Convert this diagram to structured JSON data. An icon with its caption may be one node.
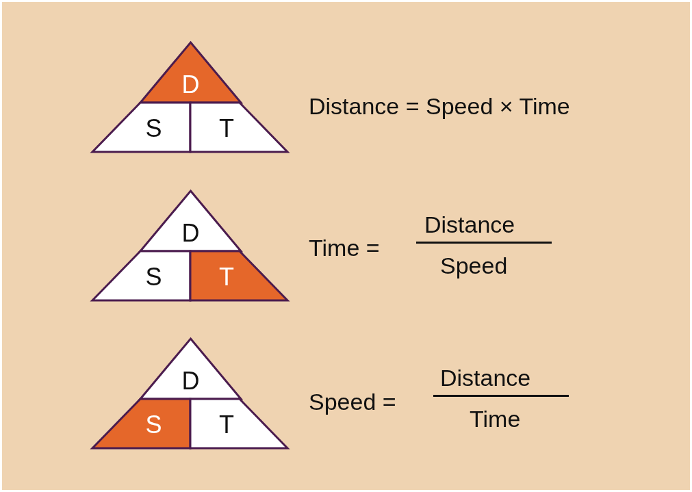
{
  "diagram": {
    "nodes": [
      {
        "text": [
          "D"
        ]
      },
      {
        "text": [
          "S"
        ]
      },
      {
        "text": [
          "T"
        ]
      },
      {
        "text": [
          "D"
        ]
      },
      {
        "text": [
          "S"
        ]
      },
      {
        "text": [
          "T"
        ]
      },
      {
        "text": [
          "D"
        ]
      },
      {
        "text": [
          "S"
        ]
      },
      {
        "text": [
          "T"
        ]
      }
    ],
    "labels": [
      "Distance = Speed × Time",
      "Time =",
      "Distance",
      "Speed",
      "Speed =",
      "Distance",
      "Time"
    ]
  }
}
